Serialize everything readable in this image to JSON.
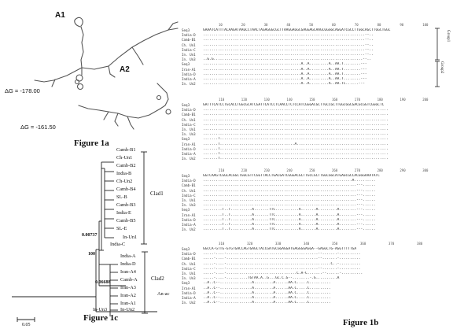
{
  "figure_1a": {
    "panel_a1": "A1",
    "panel_a2": "A2",
    "dg_a1": "ΔG = -178.00",
    "dg_a2": "ΔG = -161.50",
    "caption": "Figure 1a"
  },
  "figure_1c": {
    "caption": "Figure 1c",
    "taxa": [
      "Camb-B1",
      "Ch-Un1",
      "Camb-B2",
      "India-B",
      "Ch-Un2",
      "Camb-B4",
      "SL-B",
      "Camb-B3",
      "India-E",
      "Camb-B5",
      "SL-E",
      "In-Un1",
      "India-C",
      "India-A",
      "India-D",
      "Iran-A4",
      "Camb-A",
      "Iran-A3",
      "Iran-A2",
      "Iran-A1",
      "In-Un2",
      "In-Un3",
      "An-ac"
    ],
    "clade1": "Clad1",
    "clade2": "Clad2",
    "bootstrap_1": "0.00737",
    "bootstrap_2": "100",
    "bootstrap_3": "0.06688",
    "scale_bar": "0.05"
  },
  "figure_1b": {
    "caption": "Figure 1b",
    "group1": "Group1",
    "group2": "Group2",
    "blocks": [
      {
        "ruler": [
          "10",
          "20",
          "30",
          "40",
          "50",
          "60",
          "70",
          "80",
          "90",
          "100"
        ],
        "rows": [
          {
            "name": "Seq3",
            "seq": "GAAATCATTTACAAGATAAGCCTAACTAGAGGGCGCTTAAGGAGGCGAGGAGCAAGCGGGGCAGGATCGCCTTGGCAGCTTGGCTGGC"
          },
          {
            "name": "India-D",
            "seq": "............................................................................--.."
          },
          {
            "name": "Camb-B1",
            "seq": "............................................................................--.."
          },
          {
            "name": "Ch. Un1",
            "seq": "............................................................................--.."
          },
          {
            "name": "India-C",
            "seq": "............................................................................--.."
          },
          {
            "name": "In. Un1",
            "seq": "............................................................................--.."
          },
          {
            "name": "In. Un3",
            "seq": "..G.G......................................................................--.."
          },
          {
            "name": "Seq3",
            "seq": "..............................................A..A.........A..AA.T........---"
          },
          {
            "name": "Iran-A1",
            "seq": "..............................................A..A.........A..AA.T........---"
          },
          {
            "name": "India-D",
            "seq": "..............................................A..A.........A..AA.T........---"
          },
          {
            "name": "India-A",
            "seq": "..............................................A..A.........A..AA.T........---"
          },
          {
            "name": "In. Un2",
            "seq": "..............................................A..A.........A..AA.TC......---"
          }
        ]
      },
      {
        "ruler": [
          "110",
          "120",
          "130",
          "140",
          "150",
          "160",
          "170",
          "180",
          "190",
          "200"
        ],
        "rows": [
          {
            "name": "Seq3",
            "seq": "GATTTCATCCTGCACCTGGCGCATCGATTCATCCTCAACCTCTCCATCGGGACGCTTGCCGCTTGGCGGCGACGCGGTCGGGCTC"
          },
          {
            "name": "India-D",
            "seq": "......................................................................................."
          },
          {
            "name": "Camb-B1",
            "seq": "......................................................................................."
          },
          {
            "name": "Ch. Un1",
            "seq": "......................................................................................."
          },
          {
            "name": "India-C",
            "seq": "......................................................................................."
          },
          {
            "name": "In. Un1",
            "seq": "......................................................................................."
          },
          {
            "name": "In. Un3",
            "seq": "......................................................................................."
          },
          {
            "name": "Seq3",
            "seq": ".......T..............................................................................."
          },
          {
            "name": "Iran-A1",
            "seq": ".......T...................................A..........................................."
          },
          {
            "name": "India-D",
            "seq": ".......T..............................................................................."
          },
          {
            "name": "India-A",
            "seq": ".......T..............................................................................."
          },
          {
            "name": "In. Un2",
            "seq": ".......T..............................................................................."
          }
        ]
      },
      {
        "ruler": [
          "210",
          "220",
          "230",
          "240",
          "250",
          "260",
          "270",
          "280",
          "290",
          "300"
        ],
        "rows": [
          {
            "name": "Seq3",
            "seq": "GGTCAAGTCGGCACGGCTGGCGTTCGGTTACCTGACGATCGGGACGCTTGCCGCTTGGCGGCATGAGCGCCACGGGAAATATC"
          },
          {
            "name": "India-D",
            "seq": "......................................................................A.........."
          },
          {
            "name": "Camb-B1",
            "seq": "........................................................................---......"
          },
          {
            "name": "Ch. Un1",
            "seq": "........................................................................---......"
          },
          {
            "name": "India-C",
            "seq": "........................................................................---......"
          },
          {
            "name": "In. Un1",
            "seq": "........................................................................---......"
          },
          {
            "name": "In. Un3",
            "seq": "........................................................................---......"
          },
          {
            "name": "Seq3",
            "seq": ".........T..T..........A.......TTC...........A.......A.........A........---......"
          },
          {
            "name": "Iran-A1",
            "seq": ".........T..T..........A.......TTC...........A.......A.........A........---......"
          },
          {
            "name": "India-D",
            "seq": ".........T..T..........A.......TTC...........A.......A.........A........---......"
          },
          {
            "name": "India-A",
            "seq": ".........T..T..........A.......TTC...........A.......A.........A........---......"
          },
          {
            "name": "In. Un2",
            "seq": ".........T..T..........A.......TTC...........A.......A.........A........---......"
          }
        ]
      },
      {
        "ruler": [
          "310",
          "320",
          "330",
          "340",
          "350",
          "360",
          "370",
          "380"
        ],
        "rows": [
          {
            "name": "Seq3",
            "seq": "GGCCA-GTTG-GTGTGACCAGTGAGCTACCGATGCGGAGGATGAGGGGAGGA--GAGGCTG-AGGTTTTTGA"
          },
          {
            "name": "India-D",
            "seq": ".....-....-...........................................--.......-.........."
          },
          {
            "name": "Camb-B1",
            "seq": ".....-....-...........................................--.......-.........."
          },
          {
            "name": "Ch. Un1",
            "seq": ".....-....-.................................................C..-.........."
          },
          {
            "name": "India-C",
            "seq": ".....-....-...........................................--.......-.........."
          },
          {
            "name": "In. Un1",
            "seq": ".....-....-.................................C.A-C.......--......-.........."
          },
          {
            "name": "In. Un3",
            "seq": ".....-....-..........TGTAA.A..G...GC.C.G--........-.G..........A"
          },
          {
            "name": "Seq3",
            "seq": "..A..C--...............A.........A......AA.C.....C.........."
          },
          {
            "name": "Iran-A1",
            "seq": "..A..C--...............A.........A......AA.C.....C.........."
          },
          {
            "name": "India-D",
            "seq": "..A..C--...............A.........A......AA.C.....C.........."
          },
          {
            "name": "India-A",
            "seq": "..A..C--...............A.........A......AA.C.....C.........."
          },
          {
            "name": "In. Un2",
            "seq": "..A..C--...............A.........A......AA.C.....C.........."
          }
        ]
      }
    ]
  }
}
